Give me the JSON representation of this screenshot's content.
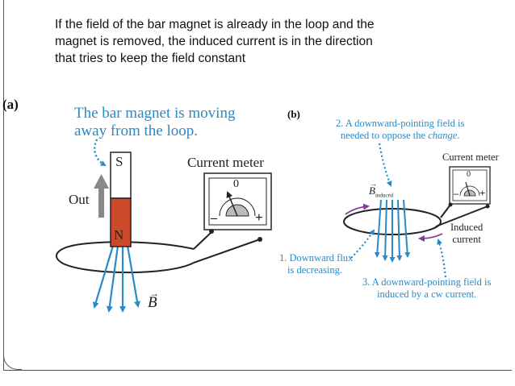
{
  "caption": [
    "If the field of the bar magnet is already in the loop and the",
    "magnet is removed, the induced current is in the direction",
    "that tries to keep the field constant"
  ],
  "panel_a": {
    "label": "(a)",
    "note_line1": "The bar magnet is moving",
    "note_line2": "away from the loop.",
    "pole_top": "S",
    "pole_bottom": "N",
    "motion_label": "Out",
    "meter_label": "Current meter",
    "meter_zero": "0",
    "minus": "–",
    "plus": "+",
    "field_label": "B"
  },
  "panel_b": {
    "label": "(b)",
    "note2_line1": "2. A downward-pointing field is",
    "note2_line2_prefix": "needed to oppose the ",
    "note2_line2_emph": "change",
    "note2_line2_suffix": ".",
    "meter_label": "Current meter",
    "meter_zero": "0",
    "minus": "–",
    "plus": "+",
    "field_label": "B",
    "field_subscript": "induced",
    "induced_line1": "Induced",
    "induced_line2": "current",
    "note1_line1": "1. Downward flux",
    "note1_line2": "is decreasing.",
    "note3_line1": "3. A downward-pointing field is",
    "note3_line2": "induced by a cw current."
  },
  "colors": {
    "accent_blue": "#2a8ac8",
    "magnet_north": "#cc4a2a",
    "motion_arrow": "#888888",
    "current_arrow": "#8a3a9a"
  }
}
